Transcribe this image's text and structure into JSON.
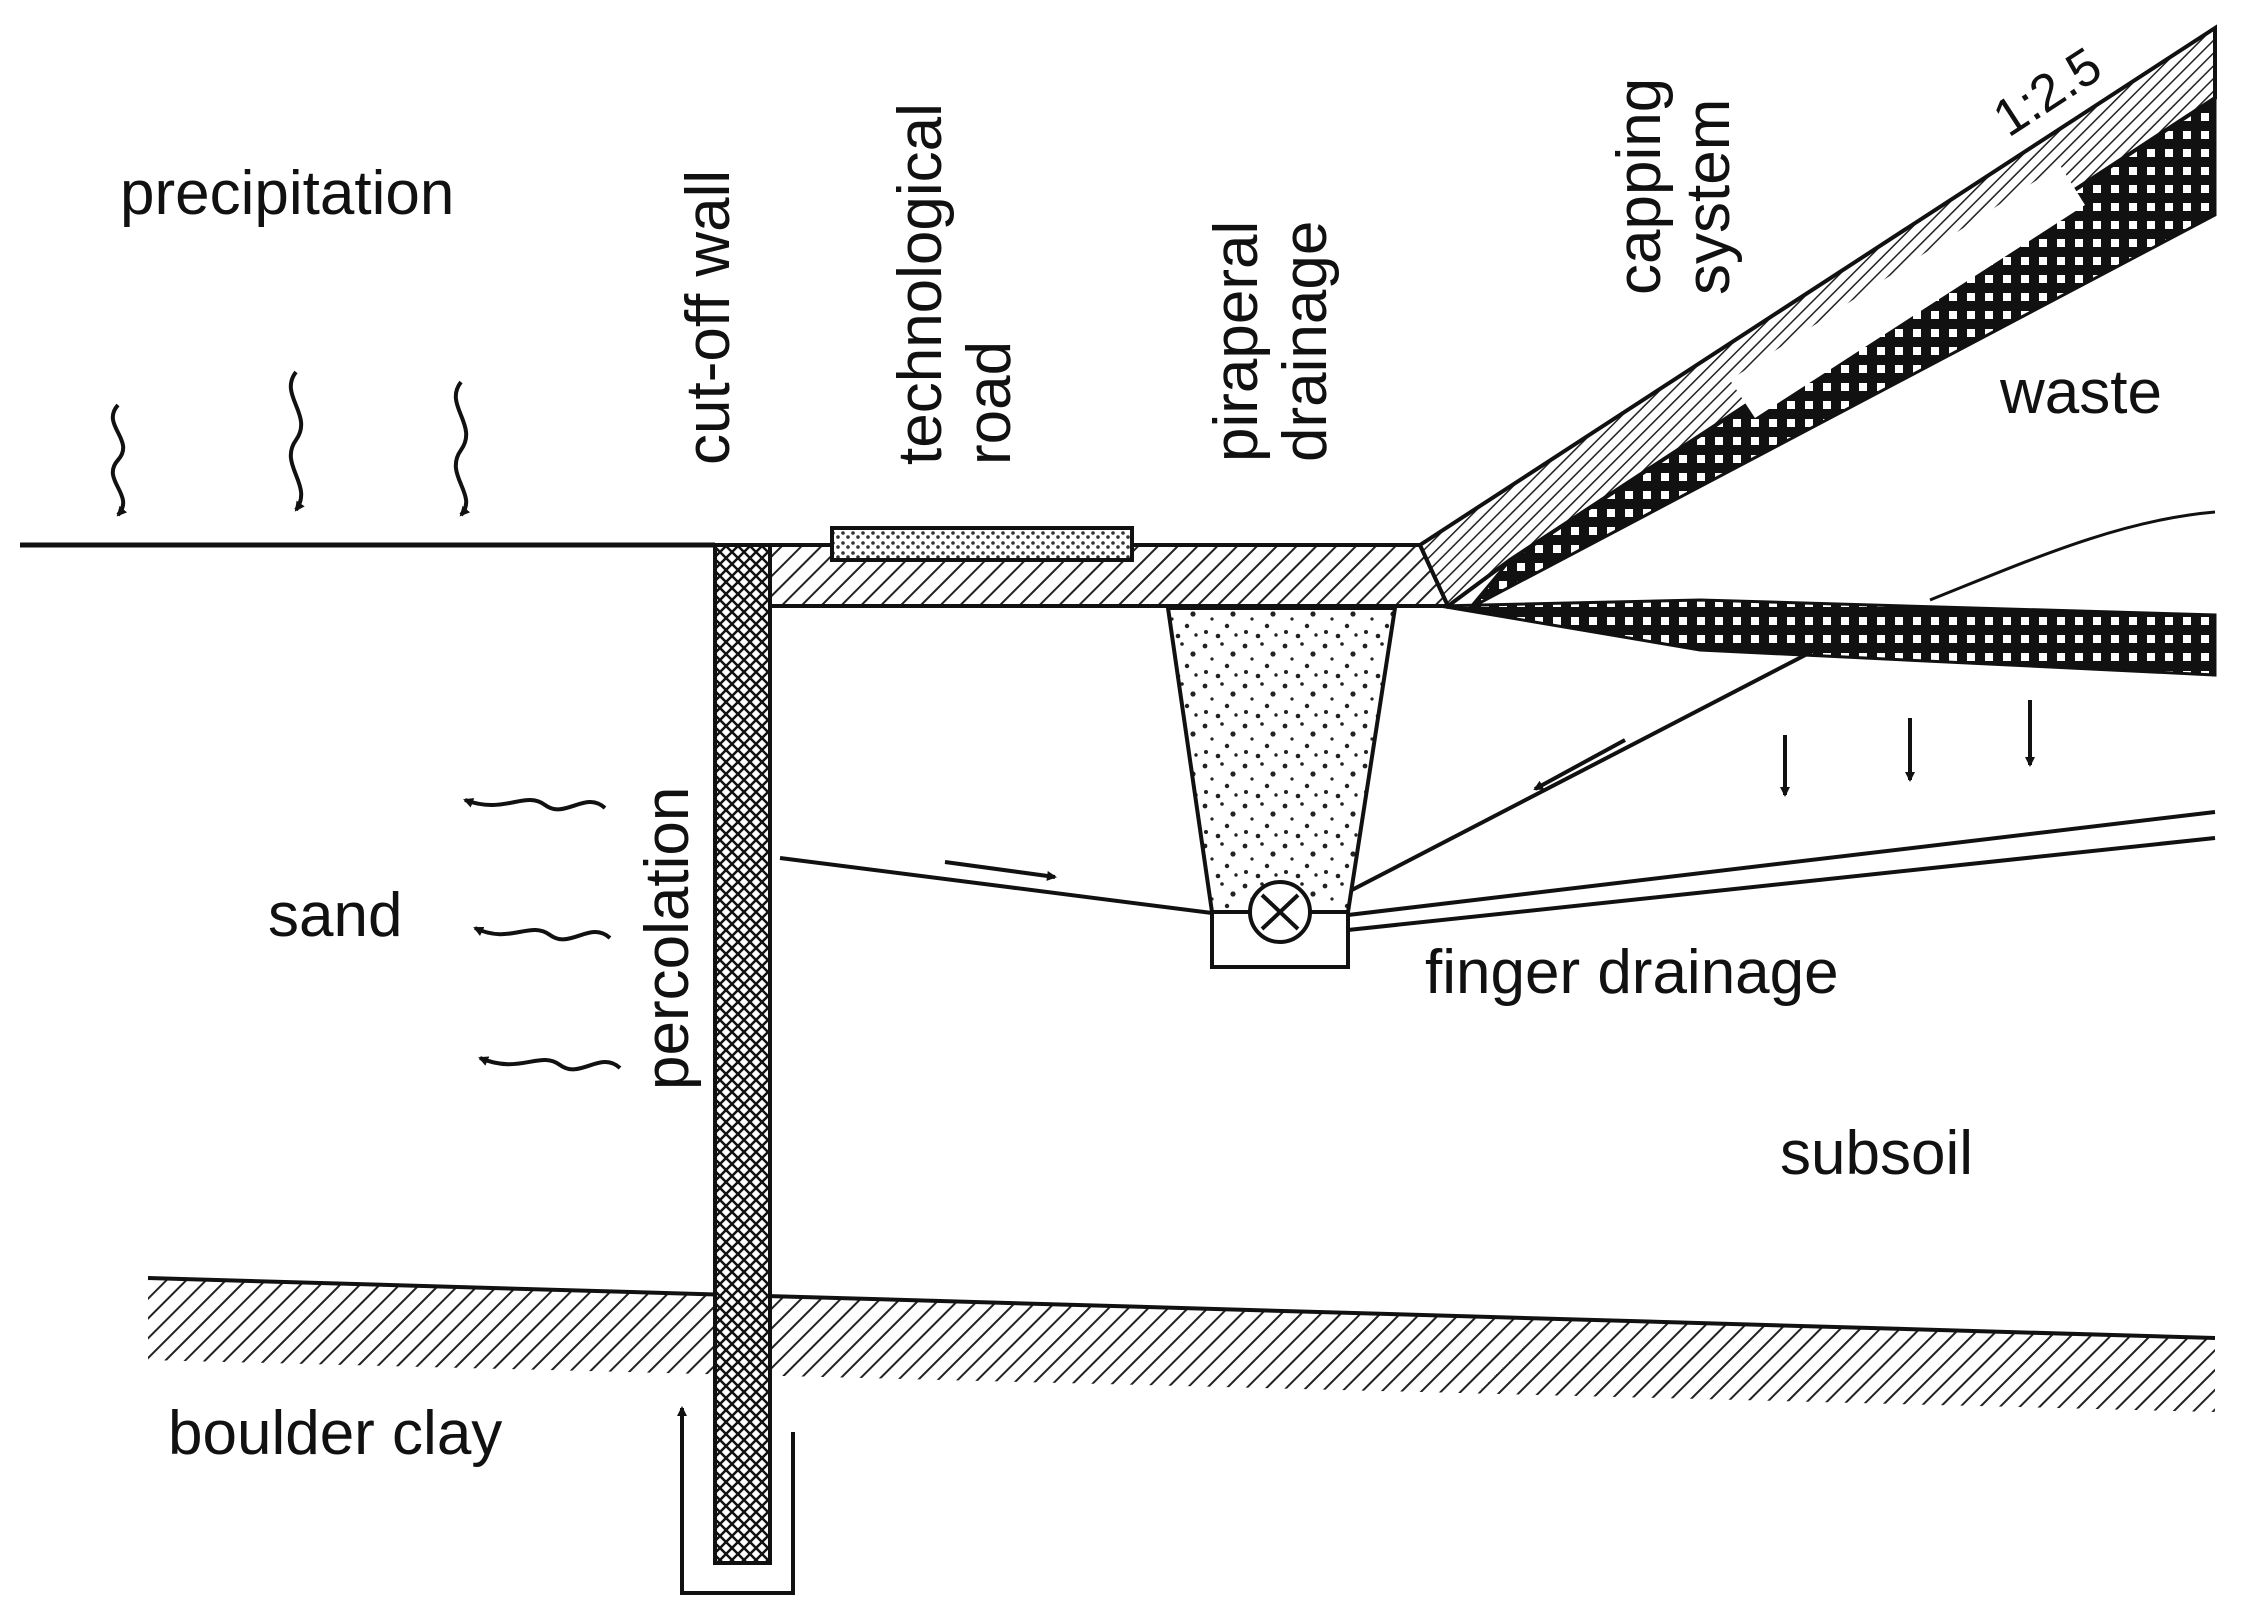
{
  "labels": {
    "precipitation": "precipitation",
    "cutoff_wall": "cut-off wall",
    "technological_road": "technological\nroad",
    "piraperal_drainage": "piraperal\ndrainage",
    "capping_system": "capping\nsystem",
    "slope": "1:2.5",
    "waste": "waste",
    "sand": "sand",
    "percolation": "percolation",
    "finger_drainage": "finger drainage",
    "subsoil": "subsoil",
    "boulder_clay": "boulder clay"
  }
}
